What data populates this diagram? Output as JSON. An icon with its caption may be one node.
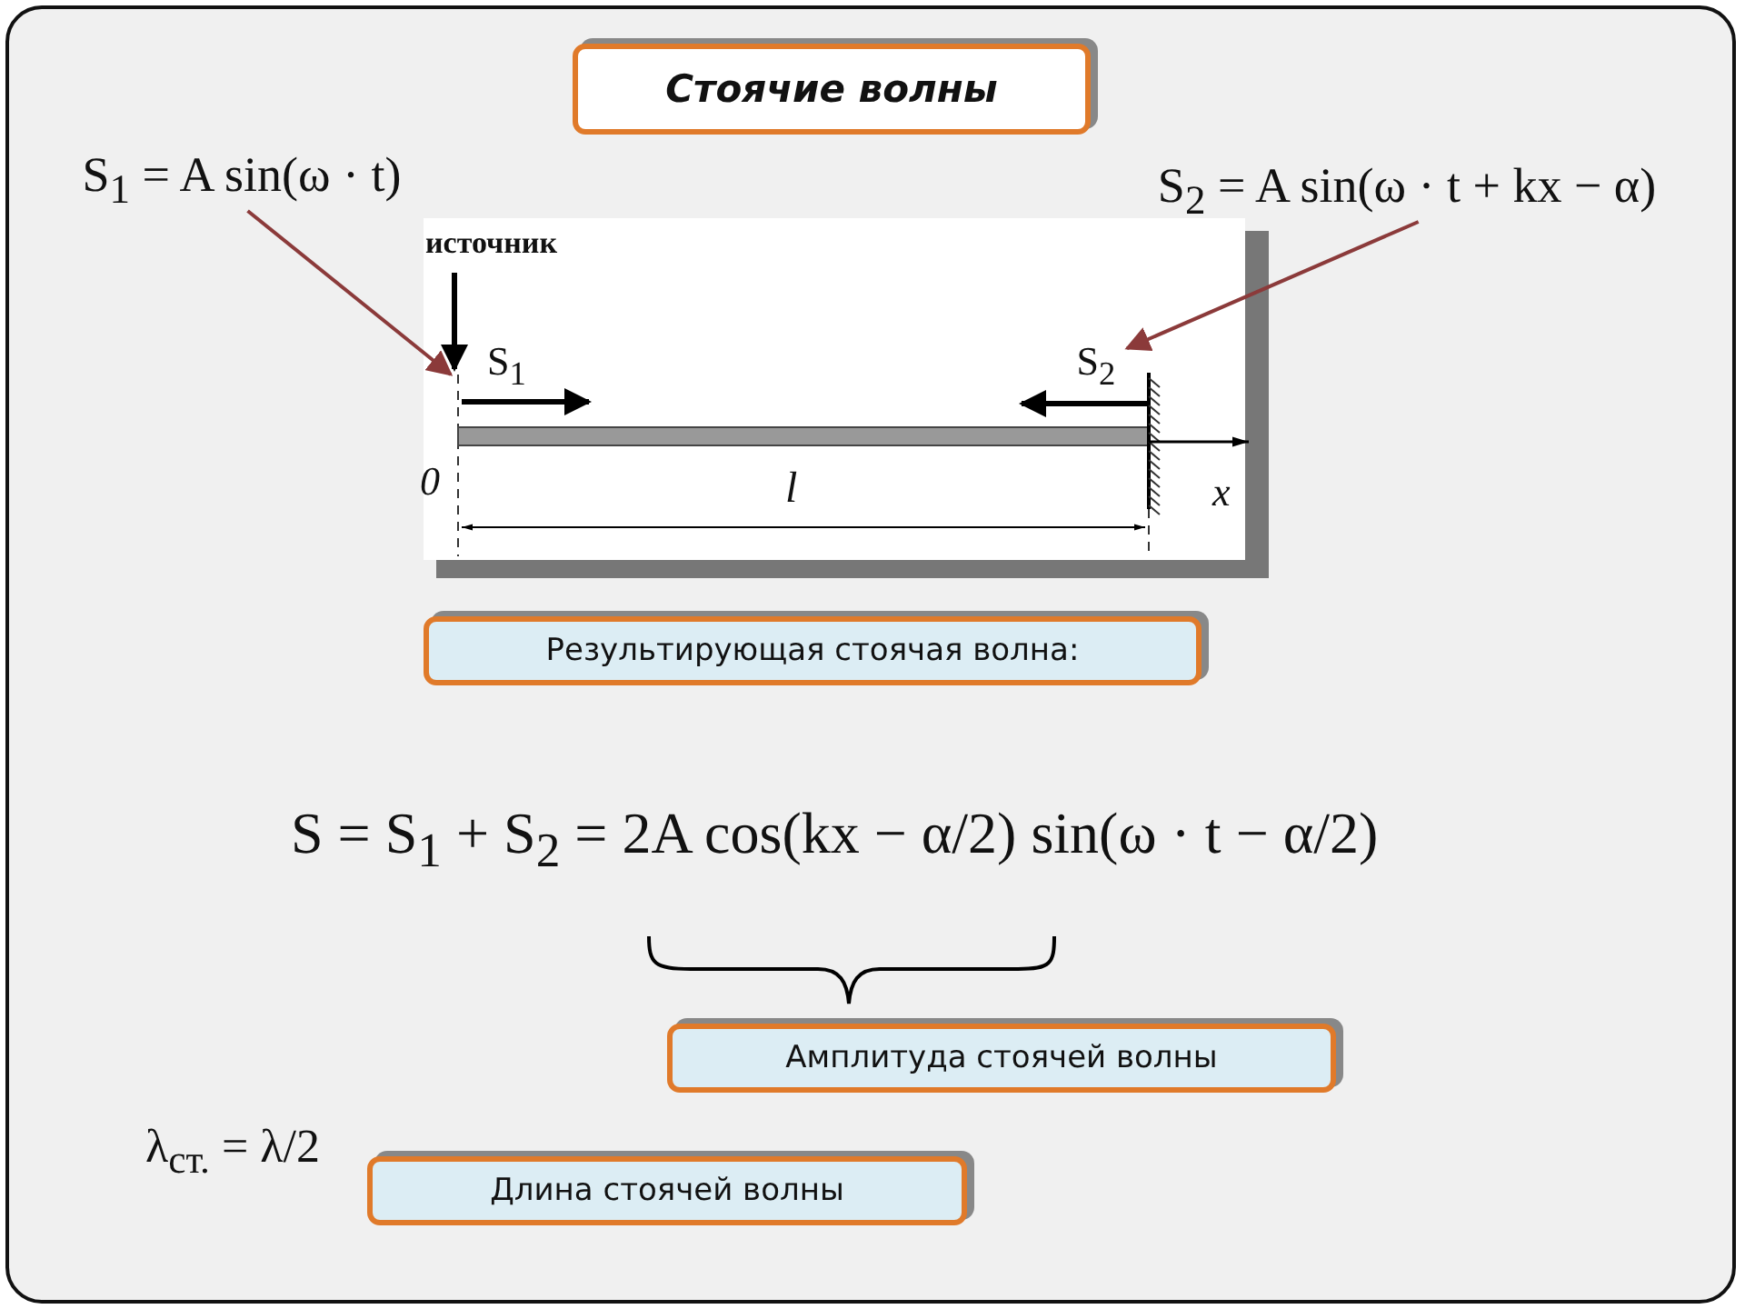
{
  "diagram": {
    "title": "Стоячие волны",
    "nodes": [
      {
        "text": [
          "S$_{1}$ = A sin(ω · t)"
        ]
      },
      {
        "text": [
          "S$_{2}$ = A sin(ω · t + kx − α)"
        ]
      },
      {
        "text": [
          "S$_{2}$"
        ]
      },
      {
        "text": [
          "Результирующая стоячая волна:"
        ]
      },
      {
        "text": [
          "Амплитуда стоячей волны"
        ]
      },
      {
        "text": [
          "Длина стоячей волны"
        ]
      }
    ],
    "edges": [
      {
        "from": 0,
        "to": null,
        "arrow": "to"
      },
      {
        "from": 1,
        "to": 2,
        "arrow": "to"
      }
    ],
    "labels": [
      "источник",
      "S$_{1}$",
      "0",
      "l",
      "x",
      "S = S$_{1}$ + S$_{2}$ = 2A cos(kx − α/2) sin(ω · t − α/2)",
      "λ$_{ст.}$ = λ/2"
    ]
  }
}
